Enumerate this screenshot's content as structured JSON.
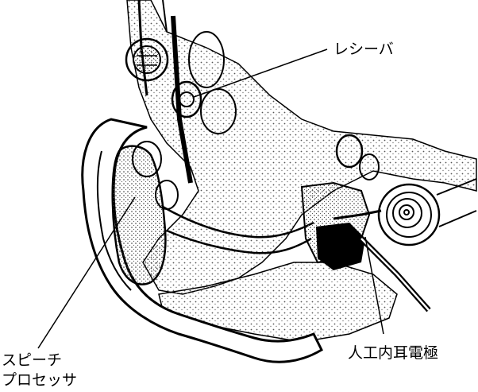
{
  "labels": {
    "receiver": "レシーバ",
    "cochlear_implant": "人工内耳電極",
    "speech_processor_line1": "スピーチ",
    "speech_processor_line2": "プロセッサ"
  },
  "colors": {
    "ink": "#000000",
    "paper": "#ffffff",
    "stipple": "#666666"
  }
}
